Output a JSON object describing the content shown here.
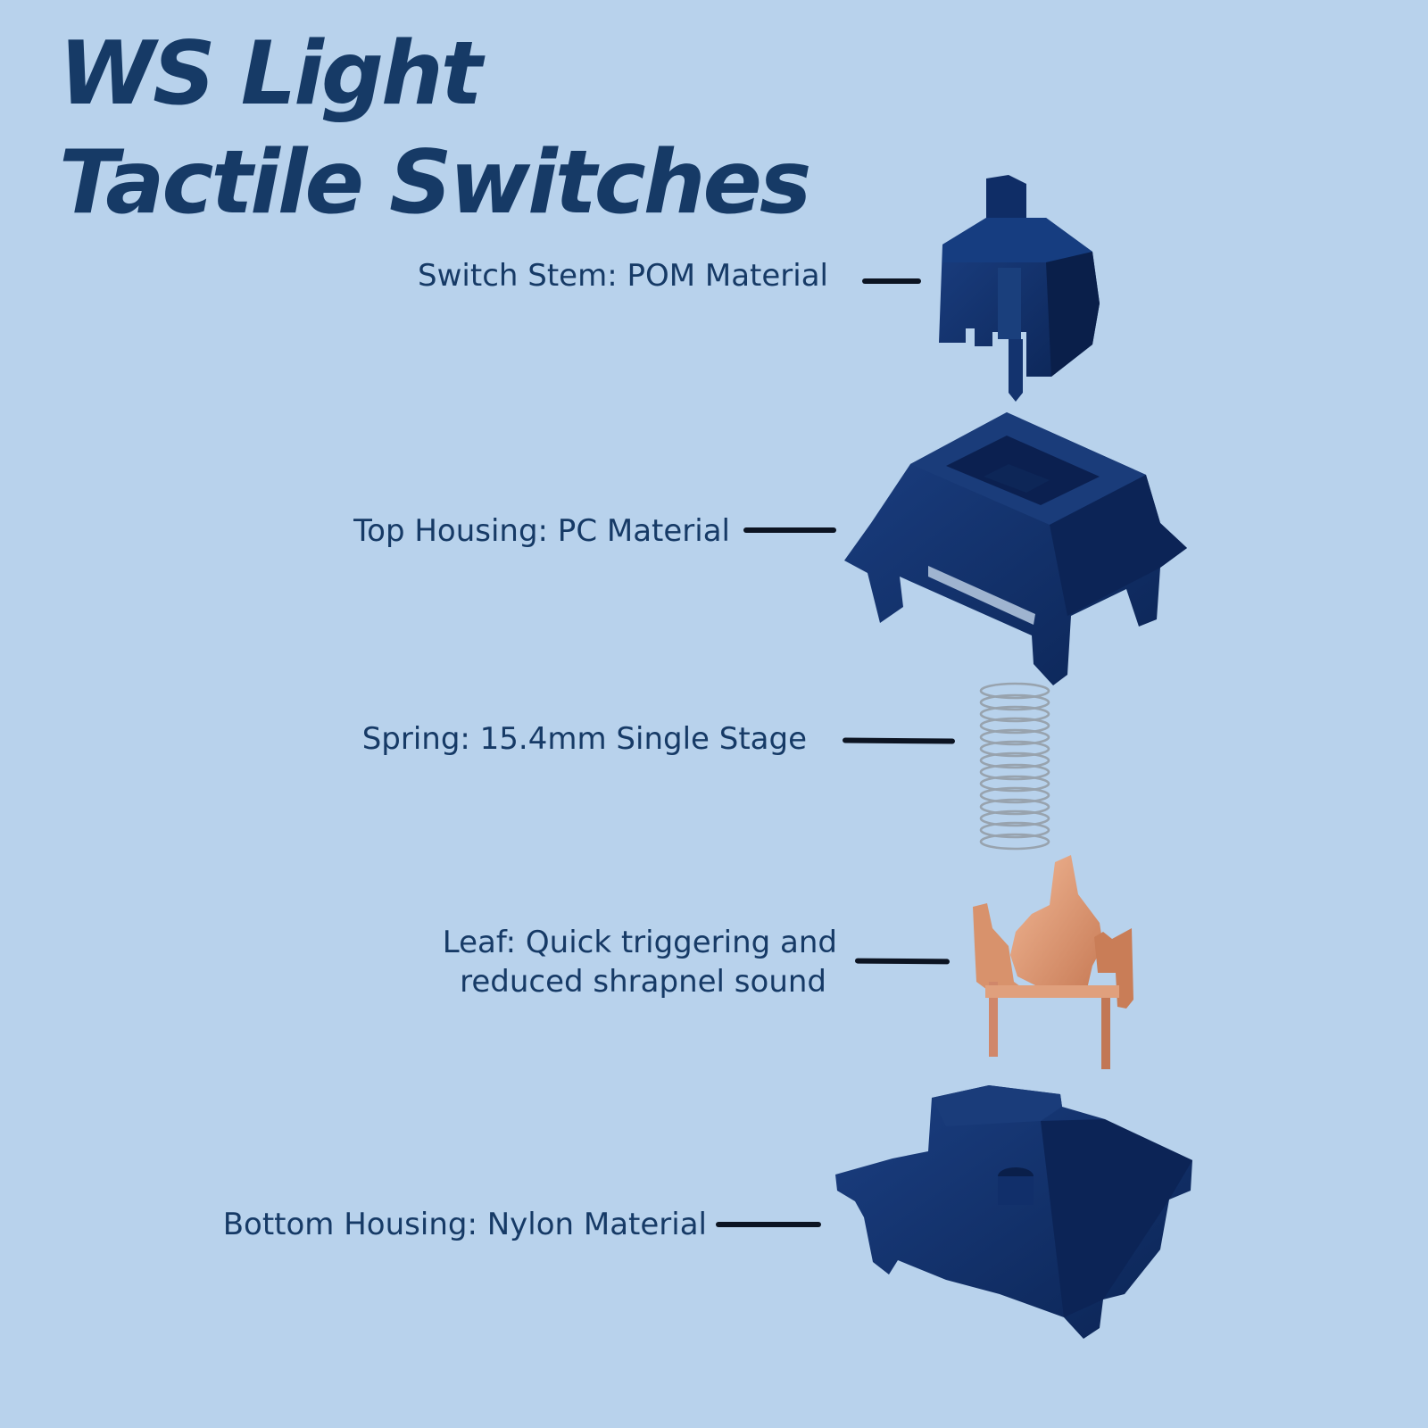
{
  "title": {
    "line1": "WS Light",
    "line2": "Tactile Switches"
  },
  "callouts": {
    "stem": "Switch Stem: POM Material",
    "top_housing": "Top Housing: PC Material",
    "spring": "Spring: 15.4mm Single Stage",
    "leaf_line1": "Leaf: Quick triggering and",
    "leaf_line2": "reduced shrapnel sound",
    "bottom_housing": "Bottom Housing: Nylon Material"
  },
  "colors": {
    "background": "#b8d2ec",
    "text": "#163a66",
    "part_blue": "#0f2d66",
    "leaf_copper": "#d8926c",
    "spring_silver": "#aab4bf"
  }
}
